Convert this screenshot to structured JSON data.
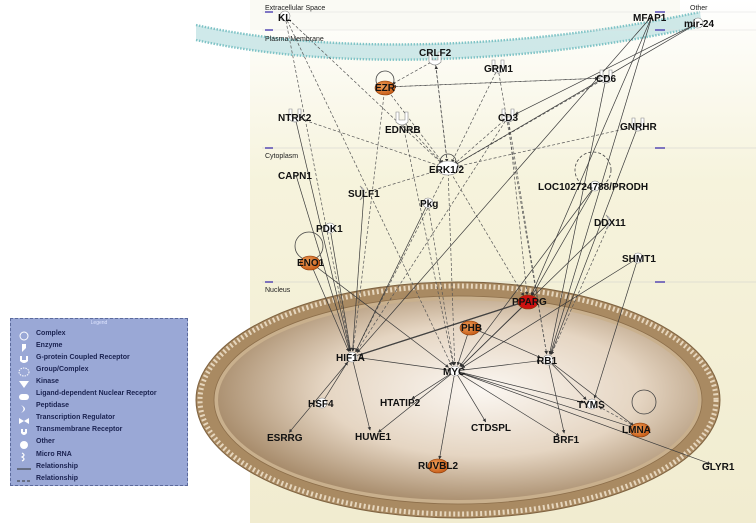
{
  "regions": {
    "extracellular": "Extracellular Space",
    "plasma_membrane": "Plasma Membrane",
    "other": "Other",
    "cytoplasm": "Cytoplasm",
    "nucleus": "Nucleus"
  },
  "nodes": {
    "KL": "KL",
    "MFAP1": "MFAP1",
    "MIR24": "mir-24",
    "CRLF2": "CRLF2",
    "GRM1": "GRM1",
    "CD6": "CD6",
    "EZR": "EZR",
    "CD3": "CD3",
    "NTRK2": "NTRK2",
    "EDNRB": "EDNRB",
    "GNRHR": "GNRHR",
    "ERK12": "ERK1/2",
    "CAPN1": "CAPN1",
    "LOC": "LOC102724788/PRODH",
    "SULF1": "SULF1",
    "PKG": "Pkg",
    "PDK1": "PDK1",
    "DDX11": "DDX11",
    "ENO1": "ENO1",
    "SHMT1": "SHMT1",
    "PPARG": "PPARG",
    "PHB": "PHB",
    "HIF1A": "HIF1A",
    "MYC": "MYC",
    "RB1": "RB1",
    "HSF4": "HSF4",
    "HTATIP2": "HTATIP2",
    "TYMS": "TYMS",
    "ESRRG": "ESRRG",
    "HUWE1": "HUWE1",
    "CTDSPL": "CTDSPL",
    "LMNA": "LMNA",
    "BRF1": "BRF1",
    "RUVBL2": "RUVBL2",
    "GLYR1": "GLYR1"
  },
  "legend": {
    "title": "Legend",
    "items": [
      {
        "label": "Complex",
        "icon": "complex-icon"
      },
      {
        "label": "Enzyme",
        "icon": "enzyme-icon"
      },
      {
        "label": "G-protein Coupled Receptor",
        "icon": "gpcr-icon"
      },
      {
        "label": "Group/Complex",
        "icon": "group-icon"
      },
      {
        "label": "Kinase",
        "icon": "kinase-icon"
      },
      {
        "label": "Ligand-dependent Nuclear Receptor",
        "icon": "nuclear-receptor-icon"
      },
      {
        "label": "Peptidase",
        "icon": "peptidase-icon"
      },
      {
        "label": "Transcription Regulator",
        "icon": "transcription-regulator-icon"
      },
      {
        "label": "Transmembrane Receptor",
        "icon": "transmembrane-receptor-icon"
      },
      {
        "label": "Other",
        "icon": "other-icon"
      },
      {
        "label": "Micro RNA",
        "icon": "microrna-icon"
      },
      {
        "label": "Relationship",
        "icon": "solid-line-icon"
      },
      {
        "label": "Relationship",
        "icon": "dashed-line-icon"
      }
    ]
  },
  "colors": {
    "background": "#f6f3d9",
    "membrane": "#a9d8d9",
    "nucleus_outer": "#b39469",
    "nucleus_inner": "#f4ebdf",
    "highlight_orange": "#d46a1a",
    "highlight_red": "#cc1111",
    "legend_bg": "#9aa8d6"
  }
}
